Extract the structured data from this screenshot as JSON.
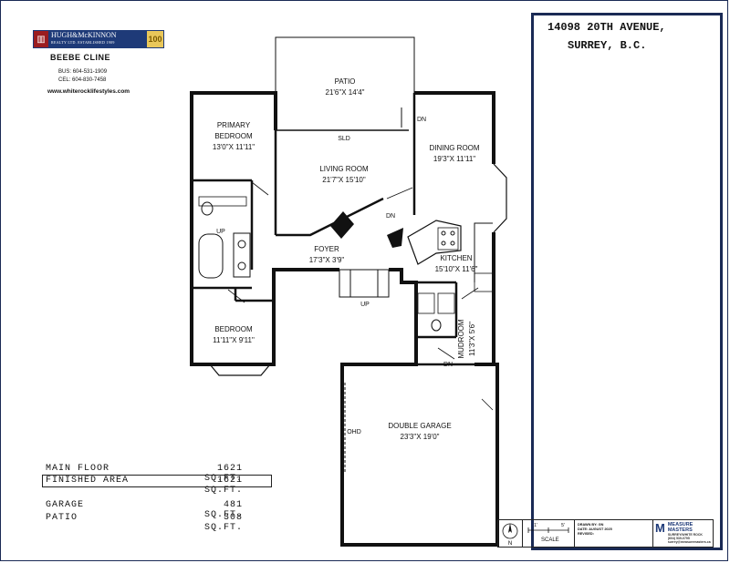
{
  "branding": {
    "company_name": "HUGH&McKINNON",
    "company_tagline": "REALTY LTD.",
    "established": "ESTABLISHED 1909",
    "badge": "100",
    "agent": "BEEBE CLINE",
    "bus_label": "BUS:",
    "bus_phone": "604-531-1909",
    "cel_label": "CEL:",
    "cel_phone": "604-830-7458",
    "website": "www.whiterocklifestyles.com"
  },
  "address": {
    "line1": "14098 20TH AVENUE,",
    "line2": "SURREY, B.C."
  },
  "rooms": [
    {
      "name": "PATIO",
      "size": "21'6\"X 14'4\""
    },
    {
      "name": "PRIMARY",
      "name2": "BEDROOM",
      "size": "13'0\"X 11'11\""
    },
    {
      "name": "DINING ROOM",
      "size": "19'3\"X 11'11\""
    },
    {
      "name": "LIVING ROOM",
      "size": "21'7\"X 15'10\""
    },
    {
      "name": "FOYER",
      "size": "17'3\"X 3'9\""
    },
    {
      "name": "KITCHEN",
      "size": "15'10\"X 11'6\""
    },
    {
      "name": "BEDROOM",
      "size": "11'11\"X 9'11\""
    },
    {
      "name": "MUDROOM",
      "size": "11'3\"X 5'6\""
    },
    {
      "name": "DOUBLE GARAGE",
      "size": "23'3\"X 19'0\""
    }
  ],
  "labels": {
    "sld": "SLD",
    "dn": "DN",
    "up": "UP",
    "ohd": "OHD"
  },
  "areas": [
    {
      "label": "MAIN FLOOR",
      "value": "1621 SQ.FT."
    },
    {
      "label": "FINISHED AREA",
      "value": "1621 SQ.FT."
    },
    {
      "label": "GARAGE",
      "value": "481 SQ.FT."
    },
    {
      "label": "PATIO",
      "value": "308 SQ.FT."
    }
  ],
  "title_block": {
    "north": "N",
    "scale_label": "SCALE",
    "scale_start": "1'",
    "scale_end": "5'",
    "drawn_by": "DRAWN BY: GN",
    "date": "DATE: AUGUST 2025",
    "revised": "REVISED:",
    "firm_mark": "M",
    "firm_name": "MEASURE MASTERS",
    "firm_tagline": "SURREY/WHITE ROCK",
    "firm_phone": "(604) 539-0795",
    "firm_email": "surrey@measuremasters.ca"
  },
  "colors": {
    "frame": "#1a2a55",
    "brand_blue": "#1e3a78",
    "brand_red": "#9b1d20",
    "brand_gold": "#e9c75a"
  }
}
